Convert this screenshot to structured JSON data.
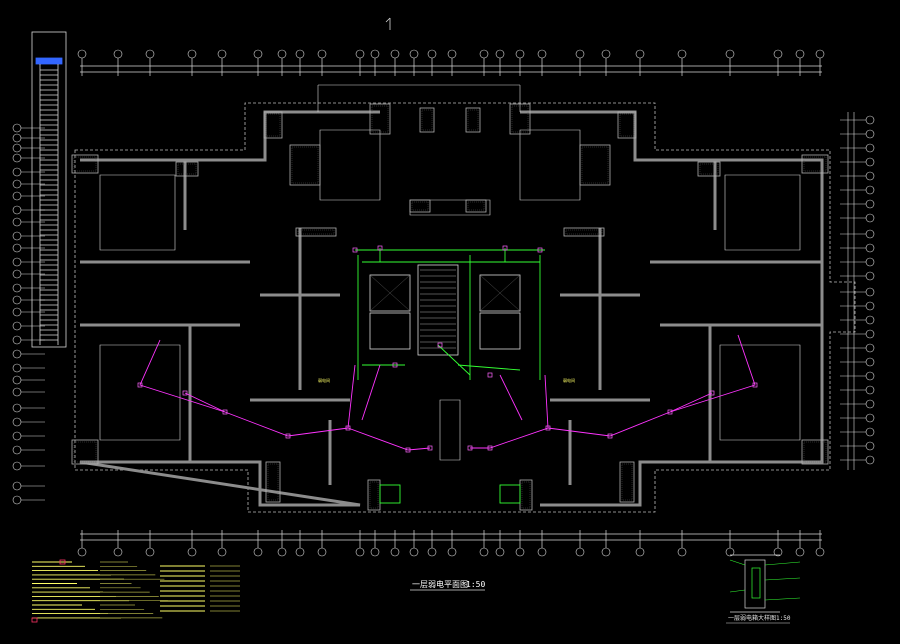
{
  "drawing": {
    "main_title": "一层弱电平面图",
    "main_scale": "1:50",
    "detail_title": "一层弱电箱大样图",
    "detail_scale": "1:50",
    "room_label_left": "弱电间",
    "room_label_right": "弱电间"
  },
  "colors": {
    "background": "#000000",
    "linework": "#d9d9d9",
    "walls": "#8c8c8c",
    "hatch": "#b0b0b0",
    "cable_green": "#33ff33",
    "cable_magenta": "#ff33ff",
    "annotation_yellow": "#ffff66",
    "stair_blue": "#3366ff"
  },
  "icons": {
    "north_arrow": "north-arrow-icon",
    "axis_bubble": "axis-bubble-icon",
    "device_symbol": "device-square-icon"
  }
}
